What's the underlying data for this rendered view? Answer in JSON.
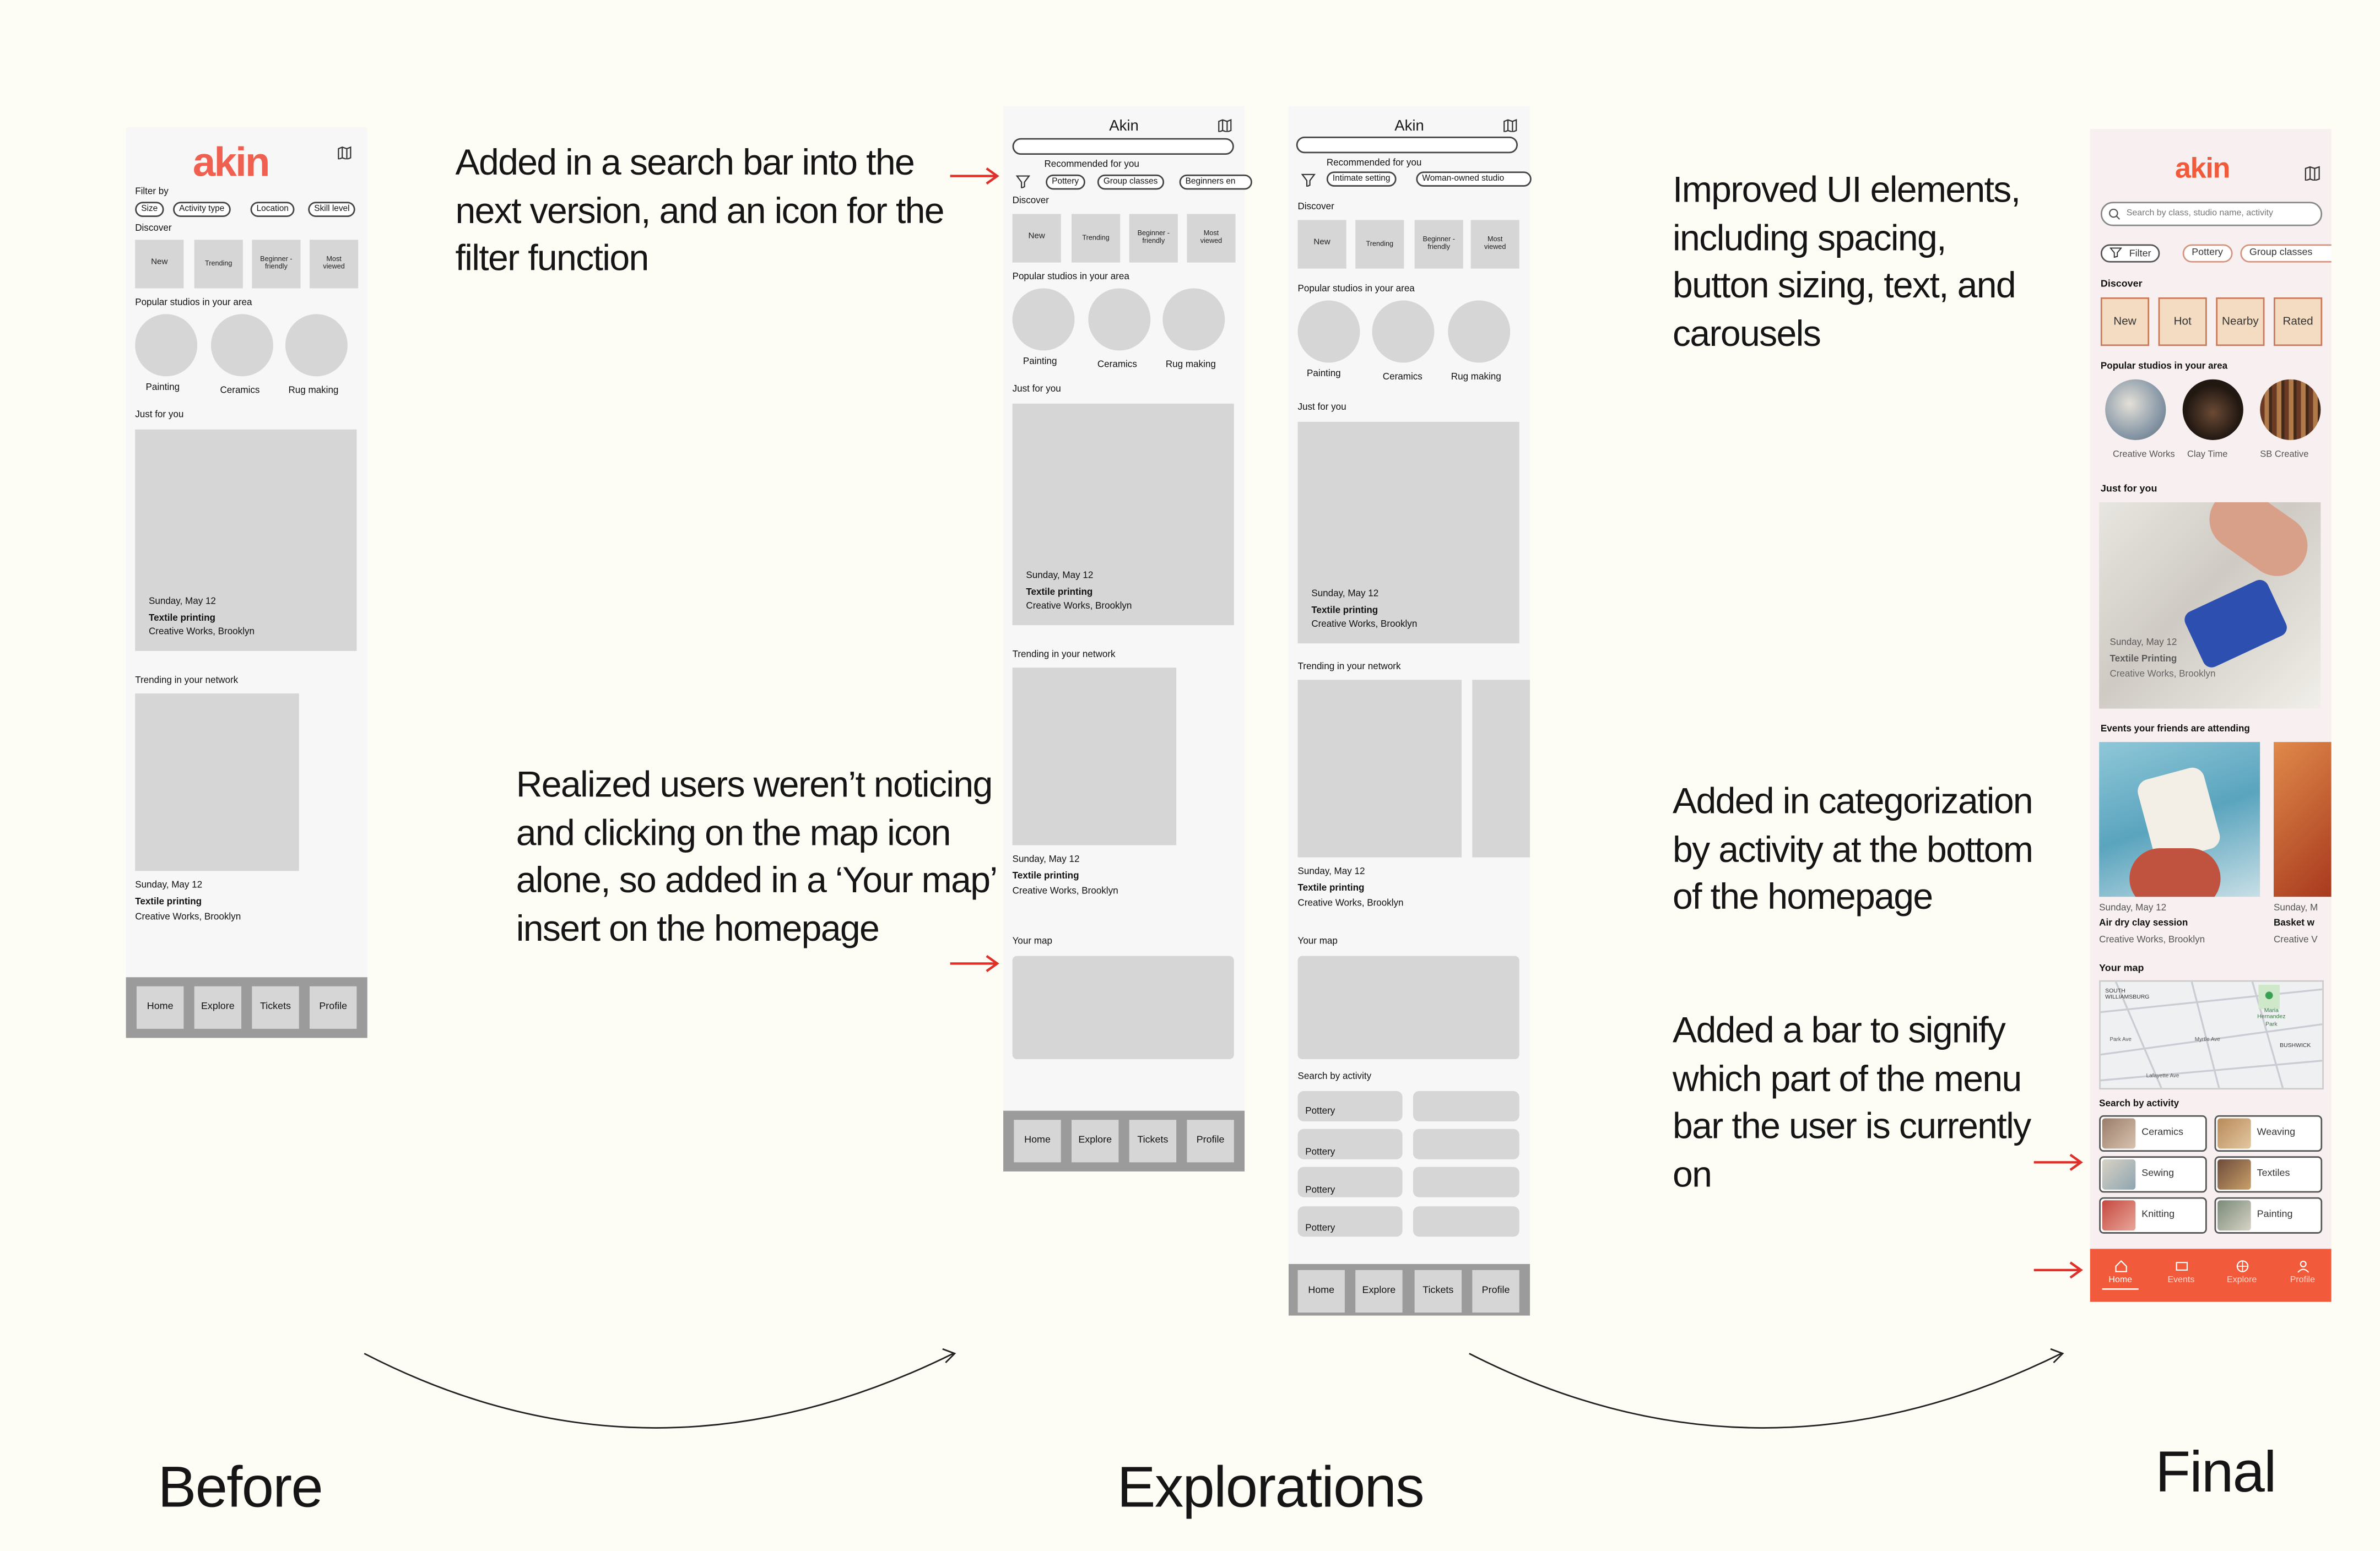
{
  "stages": {
    "before": "Before",
    "explorations": "Explorations",
    "final": "Final"
  },
  "notes": {
    "search": "Added in a search bar into the next version, and an icon for the filter function",
    "map": "Realized users weren’t noticing and clicking on the map icon alone, so added in a ‘Your map’ insert on the homepage",
    "ui": "Improved UI elements, including spacing, button sizing, text, and carousels",
    "categorization": "Added in categorization by activity at the bottom of the homepage",
    "menu_bar": "Added a bar to signify which part of the menu bar the user is currently on"
  },
  "before": {
    "logo": "akin",
    "filter_by": "Filter by",
    "filters": [
      "Size",
      "Activity type",
      "Location",
      "Skill level"
    ],
    "discover": "Discover",
    "discover_tiles": [
      "New",
      "Trending",
      "Beginner -friendly",
      "Most viewed"
    ],
    "popular": "Popular studios in your area",
    "studios": [
      "Painting",
      "Ceramics",
      "Rug making"
    ],
    "just_for_you": "Just for you",
    "card": {
      "date": "Sunday, May 12",
      "title": "Textile printing",
      "place": "Creative Works, Brooklyn"
    },
    "trending": "Trending in your network",
    "nav": [
      "Home",
      "Explore",
      "Tickets",
      "Profile"
    ]
  },
  "exp1": {
    "title": "Akin",
    "recommended": "Recommended for you",
    "chips": [
      "Pottery",
      "Group classes",
      "Beginners en"
    ],
    "discover": "Discover",
    "discover_tiles": [
      "New",
      "Trending",
      "Beginner -friendly",
      "Most viewed"
    ],
    "popular": "Popular studios in your area",
    "studios": [
      "Painting",
      "Ceramics",
      "Rug making"
    ],
    "just_for_you": "Just for you",
    "card": {
      "date": "Sunday, May 12",
      "title": "Textile printing",
      "place": "Creative Works, Brooklyn"
    },
    "trending": "Trending in your network",
    "your_map": "Your map",
    "nav": [
      "Home",
      "Explore",
      "Tickets",
      "Profile"
    ]
  },
  "exp2": {
    "title": "Akin",
    "recommended": "Recommended for you",
    "chips": [
      "Intimate setting",
      "Woman-owned studio"
    ],
    "discover": "Discover",
    "discover_tiles": [
      "New",
      "Trending",
      "Beginner -friendly",
      "Most viewed"
    ],
    "popular": "Popular studios in your area",
    "studios": [
      "Painting",
      "Ceramics",
      "Rug making"
    ],
    "just_for_you": "Just for you",
    "card": {
      "date": "Sunday, May 12",
      "title": "Textile printing",
      "place": "Creative Works, Brooklyn"
    },
    "trending": "Trending in your network",
    "your_map": "Your map",
    "search_by_activity": "Search by activity",
    "activities": [
      "Pottery",
      "Pottery",
      "Pottery",
      "Pottery"
    ],
    "nav": [
      "Home",
      "Explore",
      "Tickets",
      "Profile"
    ]
  },
  "final": {
    "logo": "akin",
    "search_placeholder": "Search by class, studio name, activity",
    "filter": "Filter",
    "chips": [
      "Pottery",
      "Group classes"
    ],
    "discover": "Discover",
    "discover_tiles": [
      "New",
      "Hot",
      "Nearby",
      "Rated"
    ],
    "popular": "Popular studios in your area",
    "studios": [
      "Creative Works",
      "Clay Time",
      "SB Creative"
    ],
    "just_for_you": "Just for you",
    "card": {
      "date": "Sunday, May 12",
      "title": "Textile Printing",
      "place": "Creative Works, Brooklyn"
    },
    "events_title": "Events your friends are attending",
    "event1": {
      "date": "Sunday, May 12",
      "title": "Air dry clay session",
      "place": "Creative Works, Brooklyn"
    },
    "event2": {
      "date": "Sunday, M",
      "title": "Basket w",
      "place": "Creative V"
    },
    "your_map": "Your map",
    "map_labels": [
      "SOUTH WILLIAMSBURG",
      "Maria Hernandez Park",
      "BUSHWICK",
      "Park Ave",
      "Myrtle Ave",
      "Lafayette Ave"
    ],
    "search_by_activity": "Search by activity",
    "activities": [
      "Ceramics",
      "Weaving",
      "Sewing",
      "Textiles",
      "Knitting",
      "Painting"
    ],
    "nav": [
      "Home",
      "Events",
      "Explore",
      "Profile"
    ],
    "colors": {
      "accent": "#f15a3a",
      "background": "#f8f0f0",
      "tile": "#f3dcc1"
    }
  }
}
